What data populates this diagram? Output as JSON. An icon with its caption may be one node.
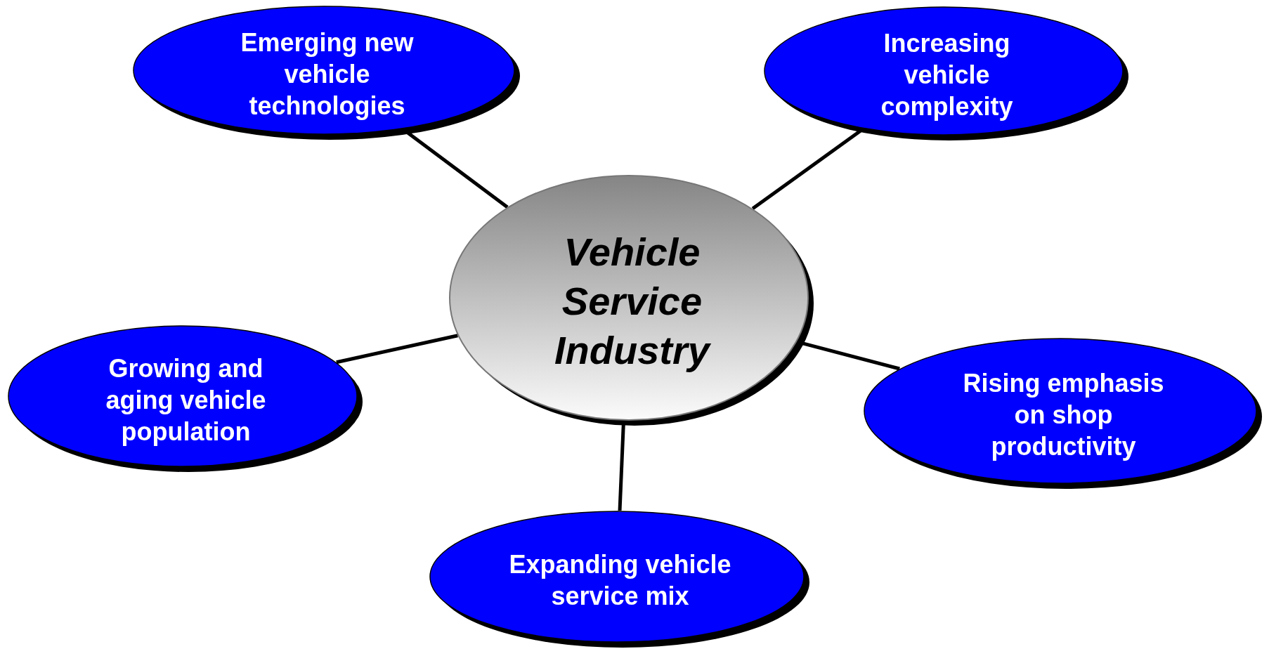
{
  "diagram": {
    "nodes": [
      {
        "text": [
          "Emerging new vehicle technologies"
        ]
      },
      {
        "text": [
          "Increasing vehicle complexity"
        ]
      },
      {
        "text": [
          "Vehicle Service Industry"
        ]
      },
      {
        "text": [
          "Growing and aging vehicle population"
        ]
      },
      {
        "text": [
          "Rising emphasis on shop productivity"
        ]
      },
      {
        "text": [
          "Expanding vehicle service mix"
        ]
      }
    ],
    "edges": [
      {
        "from": 2,
        "to": 0,
        "arrow": "none"
      },
      {
        "from": 2,
        "to": 1,
        "arrow": "none"
      },
      {
        "from": 2,
        "to": 3,
        "arrow": "none"
      },
      {
        "from": 2,
        "to": 4,
        "arrow": "none"
      },
      {
        "from": 2,
        "to": 5,
        "arrow": "none"
      }
    ]
  }
}
